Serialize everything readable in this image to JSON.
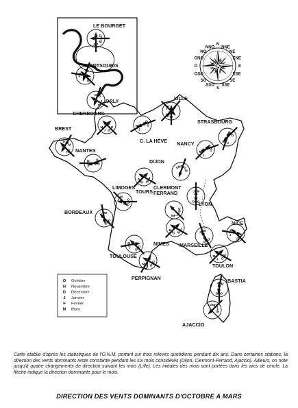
{
  "stations": [
    {
      "key": "le_bourget",
      "name": "LE BOURGET"
    },
    {
      "key": "montsouris",
      "name": "MONTSOURIS"
    },
    {
      "key": "orly",
      "name": "ORLY"
    },
    {
      "key": "lille",
      "name": "LILLE"
    },
    {
      "key": "cherbourg",
      "name": "CHERBOURG"
    },
    {
      "key": "c_la_heve",
      "name": "C. LA HÈVE"
    },
    {
      "key": "strasbourg",
      "name": "STRASBOURG"
    },
    {
      "key": "brest",
      "name": "BREST"
    },
    {
      "key": "nancy",
      "name": "NANCY"
    },
    {
      "key": "dijon",
      "name": "DIJON"
    },
    {
      "key": "nantes",
      "name": "NANTES"
    },
    {
      "key": "tours",
      "name": "TOURS"
    },
    {
      "key": "limoges",
      "name": "LIMOGES"
    },
    {
      "key": "clermont_ferrand",
      "name": "CLERMONT\nFERRAND"
    },
    {
      "key": "lyon",
      "name": "LYON"
    },
    {
      "key": "bordeaux",
      "name": "BORDEAUX"
    },
    {
      "key": "nimes",
      "name": "NIMES"
    },
    {
      "key": "nice",
      "name": "NICE"
    },
    {
      "key": "marseille",
      "name": "MARSEILLE"
    },
    {
      "key": "toulouse",
      "name": "TOULOUSE"
    },
    {
      "key": "toulon",
      "name": "TOULON"
    },
    {
      "key": "perpignan",
      "name": "PERPIGNAN"
    },
    {
      "key": "bastia",
      "name": "BASTIA"
    },
    {
      "key": "ajaccio",
      "name": "AJACCIO"
    }
  ],
  "compass": {
    "n": "N",
    "s": "S",
    "e": "E",
    "o": "O",
    "ne": "NE",
    "no": "NO",
    "se": "SE",
    "so": "SO",
    "nne": "NNE",
    "nno": "NNO",
    "ene": "ENE",
    "ono": "ONO",
    "ese": "ESE",
    "oso": "OSO",
    "sse": "SSE",
    "sso": "SSO"
  },
  "legend": [
    {
      "letter": "O",
      "month": "Octobre"
    },
    {
      "letter": "N",
      "month": "Novembre"
    },
    {
      "letter": "D",
      "month": "Décembre"
    },
    {
      "letter": "J",
      "month": "Janvier"
    },
    {
      "letter": "F",
      "month": "Février"
    },
    {
      "letter": "M",
      "month": "Mars"
    }
  ],
  "caption": "Carte établie d'après les statistiques de l'O.N.M. portant sur trois relevés quotidiens pendant dix ans. Dans certaines stations, la direction des vents dominants reste constante pendant les six mois considérés (Dijon, Clermont-Ferrand, Ajaccio). Ailleurs, on note jusqu'à quatre changements de direction suivant les mois (Lille). Les initiales des mois sont portées dans les arcs de cercle. La flèche indique la direction dominante pour le mois.",
  "title": "DIRECTION DES VENTS DOMINANTS D'OCTOBRE A MARS"
}
